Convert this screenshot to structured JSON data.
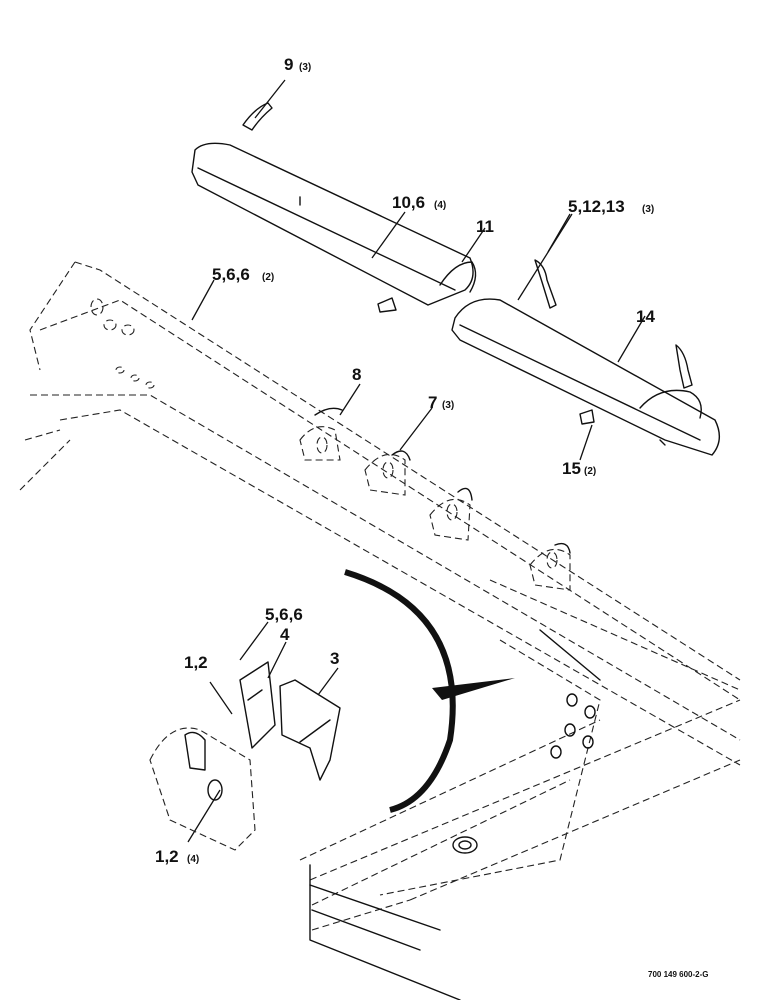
{
  "callouts": {
    "c9": {
      "num": "9",
      "qty": "(3)"
    },
    "c10": {
      "num": "10,6",
      "qty": "(4)"
    },
    "c11": {
      "num": "11",
      "qty": ""
    },
    "c5a": {
      "num": "5,12,13",
      "qty": "(3)"
    },
    "c5b": {
      "num": "5,6,6",
      "qty": "(2)"
    },
    "c14": {
      "num": "14",
      "qty": ""
    },
    "c8": {
      "num": "8",
      "qty": ""
    },
    "c7": {
      "num": "7",
      "qty": "(3)"
    },
    "c15": {
      "num": "15",
      "qty": "(2)"
    },
    "c5c": {
      "num": "5,6,6",
      "qty": ""
    },
    "c4": {
      "num": "4",
      "qty": ""
    },
    "c3": {
      "num": "3",
      "qty": ""
    },
    "c12a": {
      "num": "1,2",
      "qty": ""
    },
    "c12b": {
      "num": "1,2",
      "qty": "(4)"
    }
  },
  "figure_id": "700 149 600-2-G"
}
